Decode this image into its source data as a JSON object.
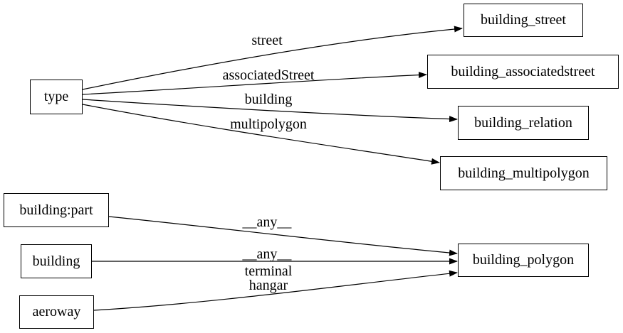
{
  "diagram": {
    "colors": {
      "background": "#ffffff",
      "node_fill": "#ffffff",
      "stroke": "#000000",
      "text": "#000000"
    },
    "nodes": {
      "type": {
        "label": "type"
      },
      "building_street": {
        "label": "building_street"
      },
      "building_associatedstreet": {
        "label": "building_associatedstreet"
      },
      "building_relation": {
        "label": "building_relation"
      },
      "building_multipolygon": {
        "label": "building_multipolygon"
      },
      "building_part": {
        "label": "building:part"
      },
      "building": {
        "label": "building"
      },
      "aeroway": {
        "label": "aeroway"
      },
      "building_polygon": {
        "label": "building_polygon"
      }
    },
    "edges": [
      {
        "from": "type",
        "to": "building_street",
        "label": "street"
      },
      {
        "from": "type",
        "to": "building_associatedstreet",
        "label": "associatedStreet"
      },
      {
        "from": "type",
        "to": "building_relation",
        "label": "building"
      },
      {
        "from": "type",
        "to": "building_multipolygon",
        "label": "multipolygon"
      },
      {
        "from": "building:part",
        "to": "building_polygon",
        "label": "__any__"
      },
      {
        "from": "building",
        "to": "building_polygon",
        "label": "__any__"
      },
      {
        "from": "aeroway",
        "to": "building_polygon",
        "label": "terminal\nhangar"
      }
    ]
  }
}
